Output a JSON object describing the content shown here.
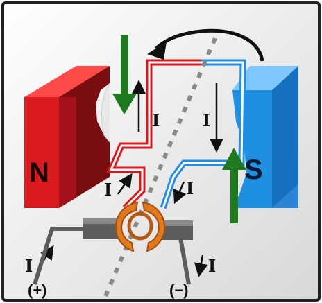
{
  "diagram": {
    "magnets": {
      "north": {
        "label": "N",
        "color": "#d91a1f"
      },
      "south": {
        "label": "S",
        "color": "#1f8fe0"
      }
    },
    "current_label": "I",
    "terminals": {
      "positive": "(+)",
      "negative": "(−)"
    },
    "colors": {
      "coil_red": "#e0141b",
      "coil_blue": "#1e8ee6",
      "force_arrow": "#1f7a1f",
      "commutator": "#e07a1e",
      "brush": "#606060",
      "axis": "#888888",
      "frame": "#222222"
    },
    "icons": [
      "force-arrow-down-icon",
      "force-arrow-up-icon",
      "rotation-arrow-icon"
    ]
  }
}
